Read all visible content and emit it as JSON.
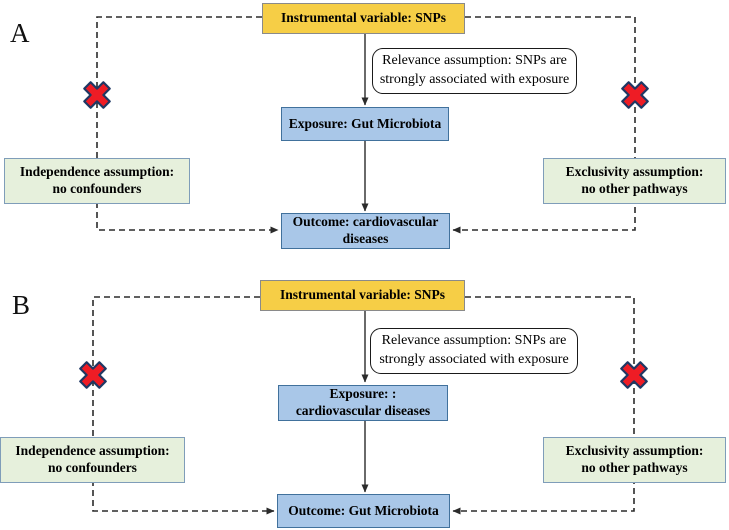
{
  "figure": {
    "colors": {
      "yellow_fill": "#F6CE46",
      "yellow_border": "#8A8A8A",
      "blue_fill": "#A9C7E8",
      "blue_border": "#41719C",
      "green_fill": "#E6F0DC",
      "green_border": "#7F9DB9",
      "note_fill": "#FFFFFF",
      "note_border": "#1A1A1A",
      "line_color": "#2B2B2B",
      "x_fill": "#EE1C25",
      "x_outline": "#1F3864"
    },
    "panels": [
      {
        "label": "A",
        "instrumental": "Instrumental variable: SNPs",
        "relevance_note": "Relevance assumption: SNPs are\nstrongly associated with exposure",
        "exposure": "Exposure: Gut Microbiota",
        "outcome": "Outcome: cardiovascular\ndiseases",
        "independence": "Independence assumption:\nno confounders",
        "exclusivity": "Exclusivity assumption:\nno other pathways"
      },
      {
        "label": "B",
        "instrumental": "Instrumental variable: SNPs",
        "relevance_note": "Relevance assumption: SNPs are\nstrongly associated with exposure",
        "exposure": "Exposure: :\ncardiovascular diseases",
        "outcome": "Outcome: Gut Microbiota",
        "independence": "Independence assumption:\nno confounders",
        "exclusivity": "Exclusivity assumption:\nno other pathways"
      }
    ]
  }
}
